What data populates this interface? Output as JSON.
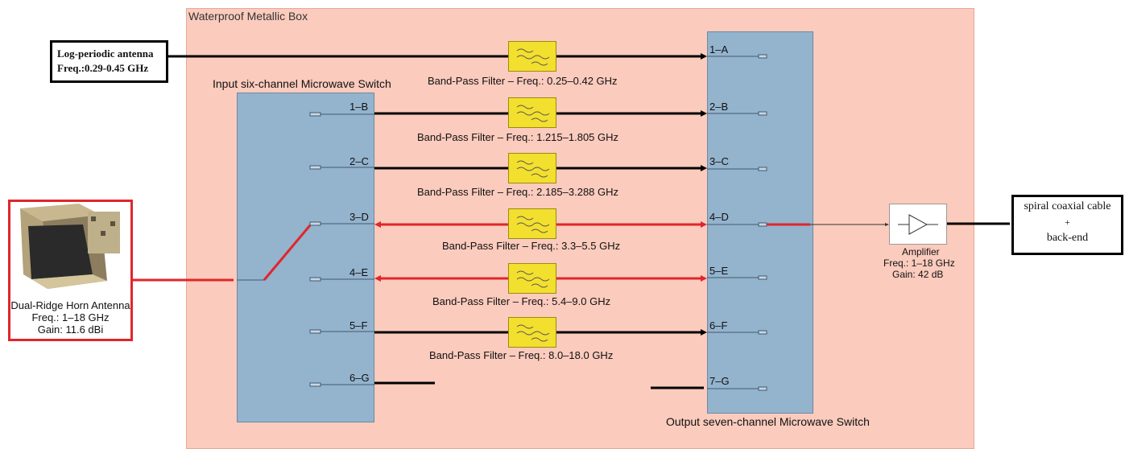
{
  "enclosure": {
    "title": "Waterproof Metallic Box"
  },
  "antennas": {
    "log_periodic": {
      "name": "Log-periodic antenna",
      "freq": "Freq.:0.29-0.45 GHz"
    },
    "horn": {
      "name": "Dual-Ridge Horn Antenna",
      "freq": "Freq.: 1–18 GHz",
      "gain": "Gain: 11.6 dBi"
    }
  },
  "input_switch": {
    "title": "Input six-channel Microwave Switch",
    "ports": [
      "1–B",
      "2–C",
      "3–D",
      "4–E",
      "5–F",
      "6–G"
    ]
  },
  "output_switch": {
    "title": "Output seven-channel Microwave Switch",
    "ports": [
      "1–A",
      "2–B",
      "3–C",
      "4–D",
      "5–E",
      "6–F",
      "7–G"
    ]
  },
  "filters": [
    {
      "label": "Band-Pass Filter – Freq.: 0.25–0.42 GHz"
    },
    {
      "label": "Band-Pass Filter – Freq.: 1.215–1.805 GHz"
    },
    {
      "label": "Band-Pass Filter – Freq.: 2.185–3.288 GHz"
    },
    {
      "label": "Band-Pass Filter – Freq.: 3.3–5.5 GHz"
    },
    {
      "label": "Band-Pass Filter – Freq.: 5.4–9.0 GHz"
    },
    {
      "label": "Band-Pass Filter – Freq.: 8.0–18.0 GHz"
    }
  ],
  "amplifier": {
    "name": "Amplifier",
    "freq": "Freq.: 1–18 GHz",
    "gain": "Gain: 42 dB"
  },
  "backend": {
    "line1": "spiral coaxial cable",
    "line2": "+",
    "line3": "back-end"
  },
  "colors": {
    "box_fill": "#fbcbbd",
    "switch_fill": "#94b3cd",
    "filter_fill": "#f3df2e",
    "active_path": "#e0262a",
    "path": "#000000"
  }
}
